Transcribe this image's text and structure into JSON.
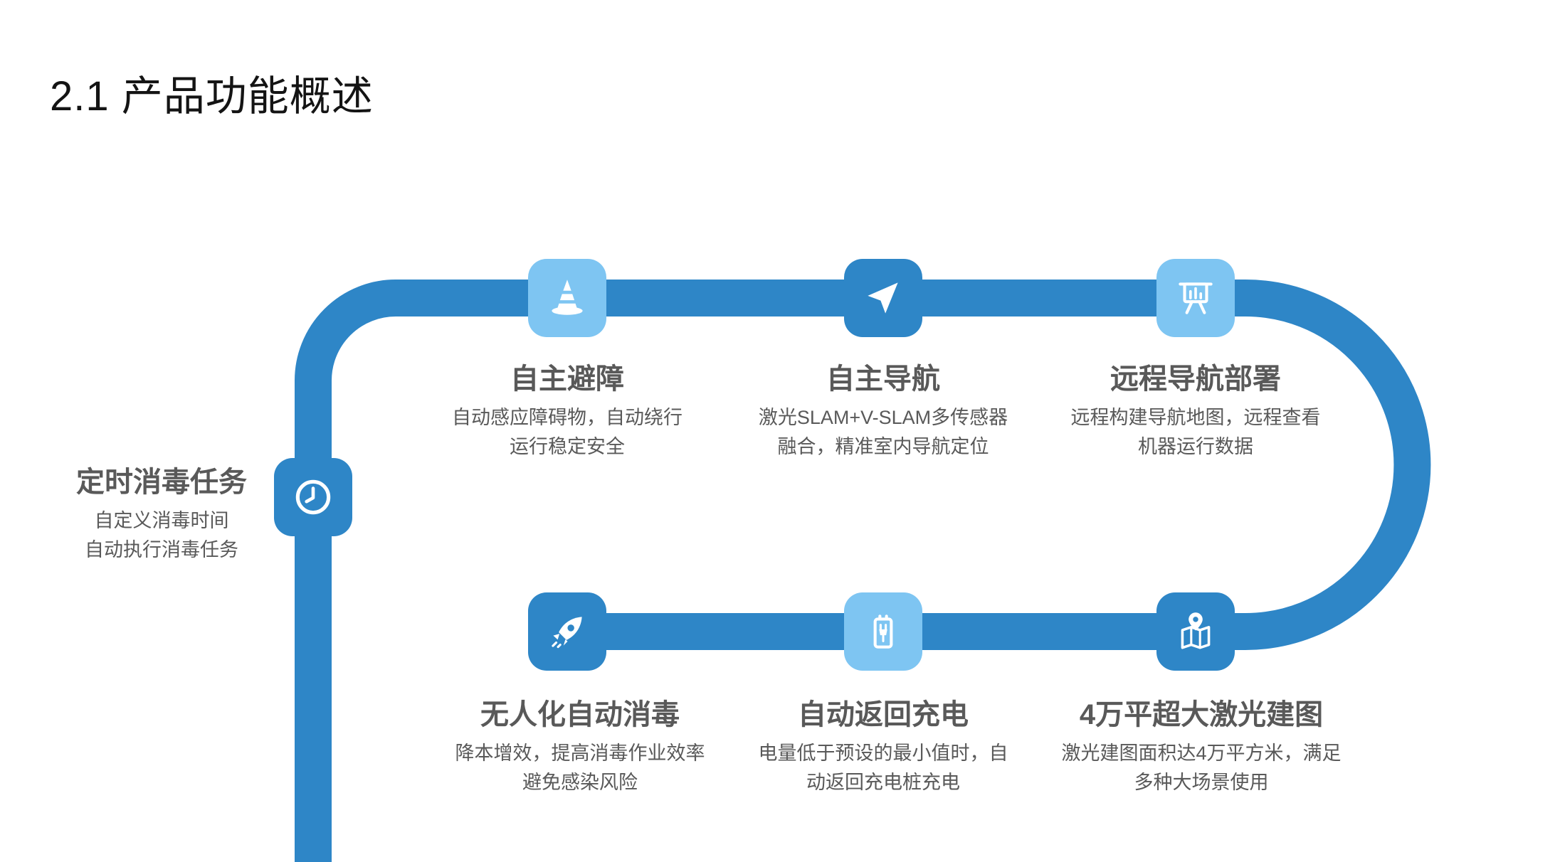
{
  "slide": {
    "title": "2.1 产品功能概述"
  },
  "colors": {
    "path_blue": "#2E86C7",
    "tile_dark": "#2E86C7",
    "tile_light": "#7EC5F2",
    "feature_title": "#595959",
    "feature_body": "#595959",
    "background": "#FFFFFF",
    "slide_title_color": "#141414"
  },
  "features": [
    {
      "id": "timed-disinfection",
      "icon": "clock-icon",
      "tile": "dark",
      "title": "定时消毒任务",
      "lines": [
        "自定义消毒时间",
        "自动执行消毒任务"
      ]
    },
    {
      "id": "obstacle-avoidance",
      "icon": "traffic-cone-icon",
      "tile": "light",
      "title": "自主避障",
      "lines": [
        "自动感应障碍物，自动绕行",
        "运行稳定安全"
      ]
    },
    {
      "id": "autonomous-navigation",
      "icon": "navigation-arrow-icon",
      "tile": "dark",
      "title": "自主导航",
      "lines": [
        "激光SLAM+V-SLAM多传感器",
        "融合，精准室内导航定位"
      ]
    },
    {
      "id": "remote-deployment",
      "icon": "presentation-board-icon",
      "tile": "light",
      "title": "远程导航部署",
      "lines": [
        "远程构建导航地图，远程查看",
        "机器运行数据"
      ]
    },
    {
      "id": "unmanned-disinfection",
      "icon": "rocket-icon",
      "tile": "dark",
      "title": "无人化自动消毒",
      "lines": [
        "降本增效，提高消毒作业效率",
        "避免感染风险"
      ]
    },
    {
      "id": "auto-recharge",
      "icon": "battery-charging-icon",
      "tile": "light",
      "title": "自动返回充电",
      "lines": [
        "电量低于预设的最小值时，自",
        "动返回充电桩充电"
      ]
    },
    {
      "id": "laser-mapping",
      "icon": "map-pin-icon",
      "tile": "dark",
      "title": "4万平超大激光建图",
      "lines": [
        "激光建图面积达4万平方米，满足",
        "多种大场景使用"
      ]
    }
  ]
}
